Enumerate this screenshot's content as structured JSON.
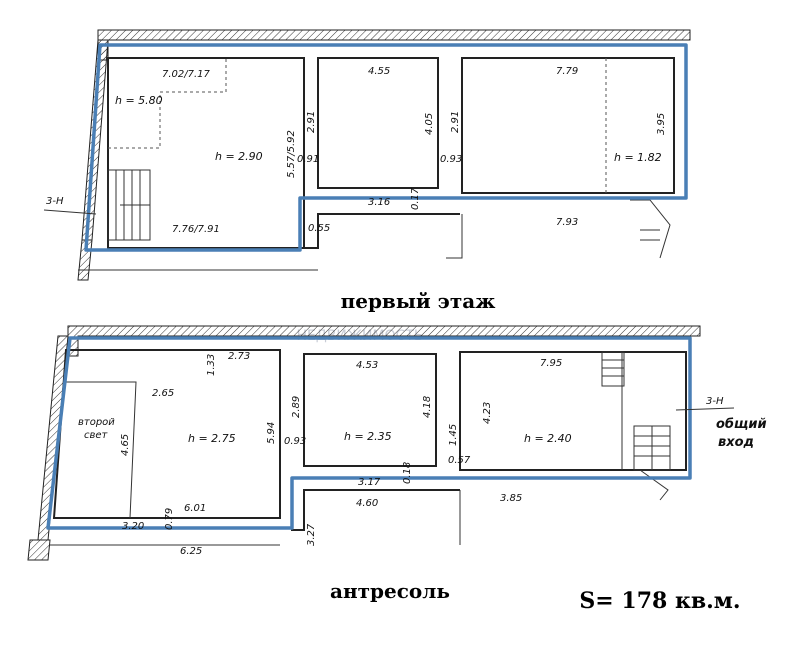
{
  "captions": {
    "first_floor": "первый этаж",
    "mezzanine": "антресоль",
    "total_area": "S= 178 кв.м."
  },
  "watermark": "НЕДВИЖИМОСТЬ",
  "first_floor": {
    "dim_7_02": "7.02/7.17",
    "h_5_80": "h = 5.80",
    "h_2_90": "h = 2.90",
    "dim_7_76": "7.76/7.91",
    "dim_5_57": "5.57/5.92",
    "dim_2_91a": "2.91",
    "dim_0_91": "0.91",
    "dim_4_55": "4.55",
    "dim_4_05": "4.05",
    "dim_2_91b": "2.91",
    "dim_0_93": "0.93",
    "dim_3_16": "3.16",
    "dim_0_17": "0.17",
    "dim_0_55": "0.55",
    "dim_7_79": "7.79",
    "dim_3_95": "3.95",
    "h_1_82": "h = 1.82",
    "dim_7_93": "7.93",
    "exit_3n": "3-Н"
  },
  "mezzanine": {
    "dim_1_33": "1.33",
    "dim_2_73": "2.73",
    "dim_2_65": "2.65",
    "second_light_1": "второй",
    "second_light_2": "свет",
    "dim_4_65": "4.65",
    "h_2_75": "h = 2.75",
    "dim_5_94": "5.94",
    "dim_2_89": "2.89",
    "dim_0_93": "0.93",
    "dim_6_01": "6.01",
    "dim_3_20": "3.20",
    "dim_0_79": "0.79",
    "dim_6_25": "6.25",
    "dim_4_53": "4.53",
    "h_2_35": "h = 2.35",
    "dim_4_18": "4.18",
    "dim_3_17": "3.17",
    "dim_0_18": "0.18",
    "dim_4_60": "4.60",
    "dim_3_27": "3.27",
    "dim_1_45": "1.45",
    "dim_0_57": "0.57",
    "dim_7_95": "7.95",
    "dim_4_23": "4.23",
    "h_2_40": "h = 2.40",
    "dim_3_85": "3.85",
    "exit_3n": "3-Н",
    "entrance_1": "общий",
    "entrance_2": "вход"
  },
  "colors": {
    "outline": "#4a7fb5",
    "walls": "#222222"
  }
}
